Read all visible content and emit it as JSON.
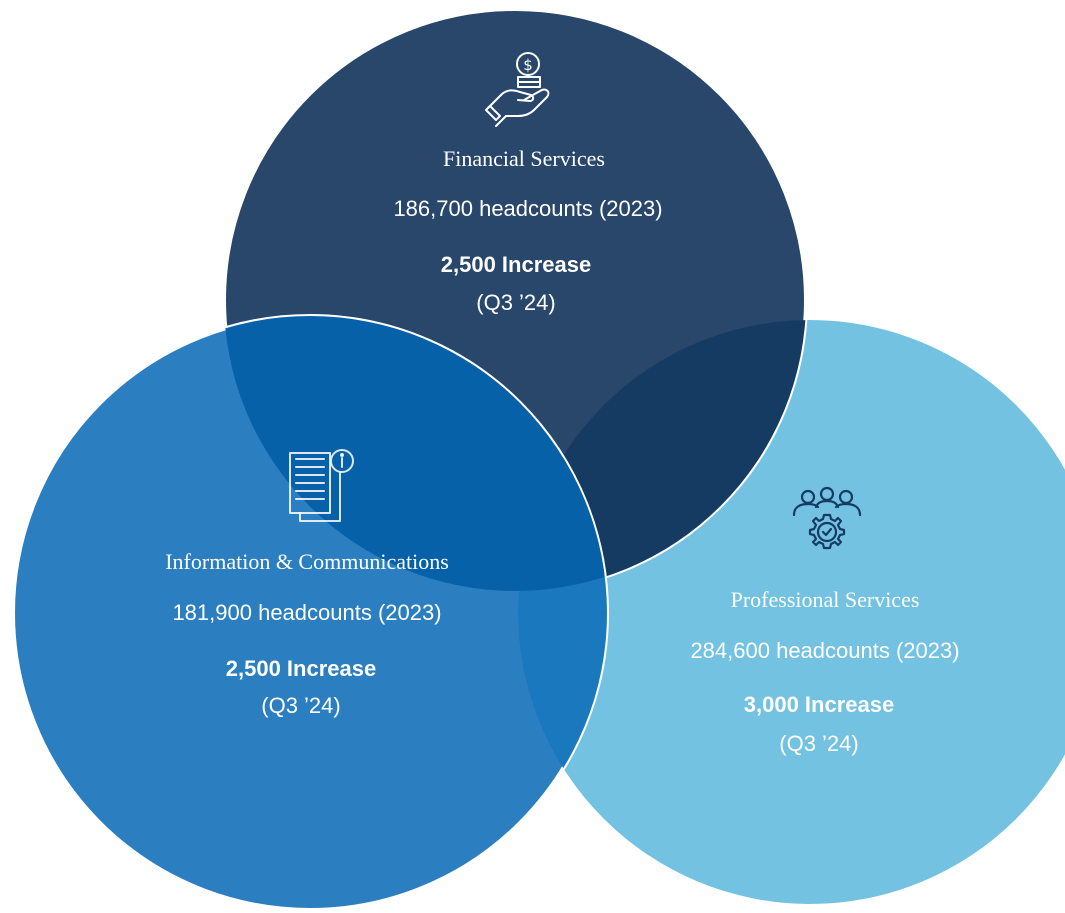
{
  "sectors": [
    {
      "name": "Financial Services",
      "headcount": "186,700 headcounts (2023)",
      "increase": "2,500 Increase",
      "period": "(Q3 ’24)",
      "icon": "hand-coin-icon",
      "color": "#29466b",
      "text_color": "#ffffff"
    },
    {
      "name": "Information & Communications",
      "headcount": "181,900 headcounts (2023)",
      "increase": "2,500 Increase",
      "period": "(Q3 ’24)",
      "icon": "document-info-icon",
      "color": "#2b7fc0",
      "text_color": "#ffffff"
    },
    {
      "name": "Professional Services",
      "headcount": "284,600 headcounts (2023)",
      "increase": "3,000 Increase",
      "period": "(Q3 ’24)",
      "icon": "team-gear-icon",
      "color": "#73c2e2",
      "text_color": "#ffffff"
    }
  ],
  "overlap_colors": {
    "financial_information": "#0761a9",
    "financial_professional": "#163b63",
    "information_professional": "#1a79be"
  }
}
